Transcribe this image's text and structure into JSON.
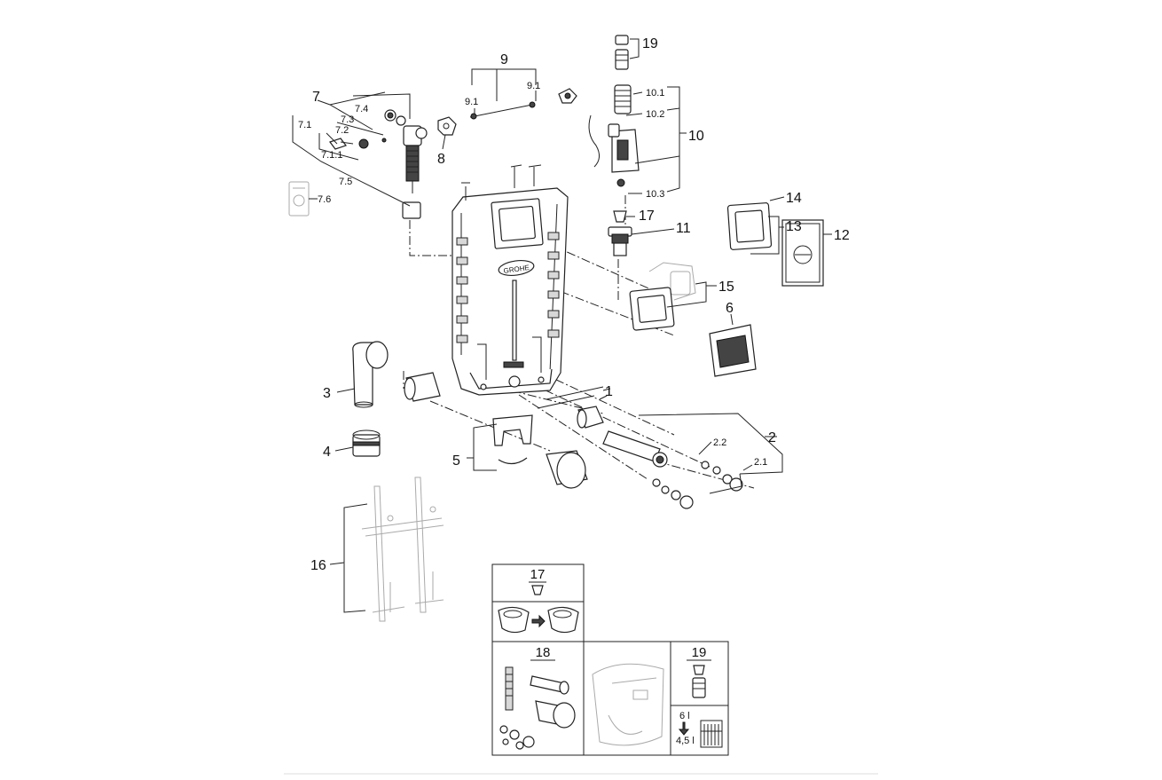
{
  "diagram": {
    "labels": {
      "l1": "1",
      "l2": "2",
      "l2_1": "2.1",
      "l2_2": "2.2",
      "l3": "3",
      "l4": "4",
      "l5": "5",
      "l6": "6",
      "l7": "7",
      "l7_1": "7.1",
      "l7_1_1": "7.1.1",
      "l7_2": "7.2",
      "l7_3": "7.3",
      "l7_4": "7.4",
      "l7_5": "7.5",
      "l7_6": "7.6",
      "l8": "8",
      "l9": "9",
      "l9_1a": "9.1",
      "l9_1b": "9.1",
      "l10": "10",
      "l10_1": "10.1",
      "l10_2": "10.2",
      "l10_3": "10.3",
      "l11": "11",
      "l12": "12",
      "l13": "13",
      "l14": "14",
      "l15": "15",
      "l16": "16",
      "l17": "17",
      "l19": "19"
    },
    "brand_logo": "GROHE",
    "inset_boxes": {
      "box17_title": "17",
      "box18_title": "18",
      "box19_title": "19",
      "flush_volume_full": "6 l",
      "flush_volume_reduced": "4,5 l"
    }
  }
}
